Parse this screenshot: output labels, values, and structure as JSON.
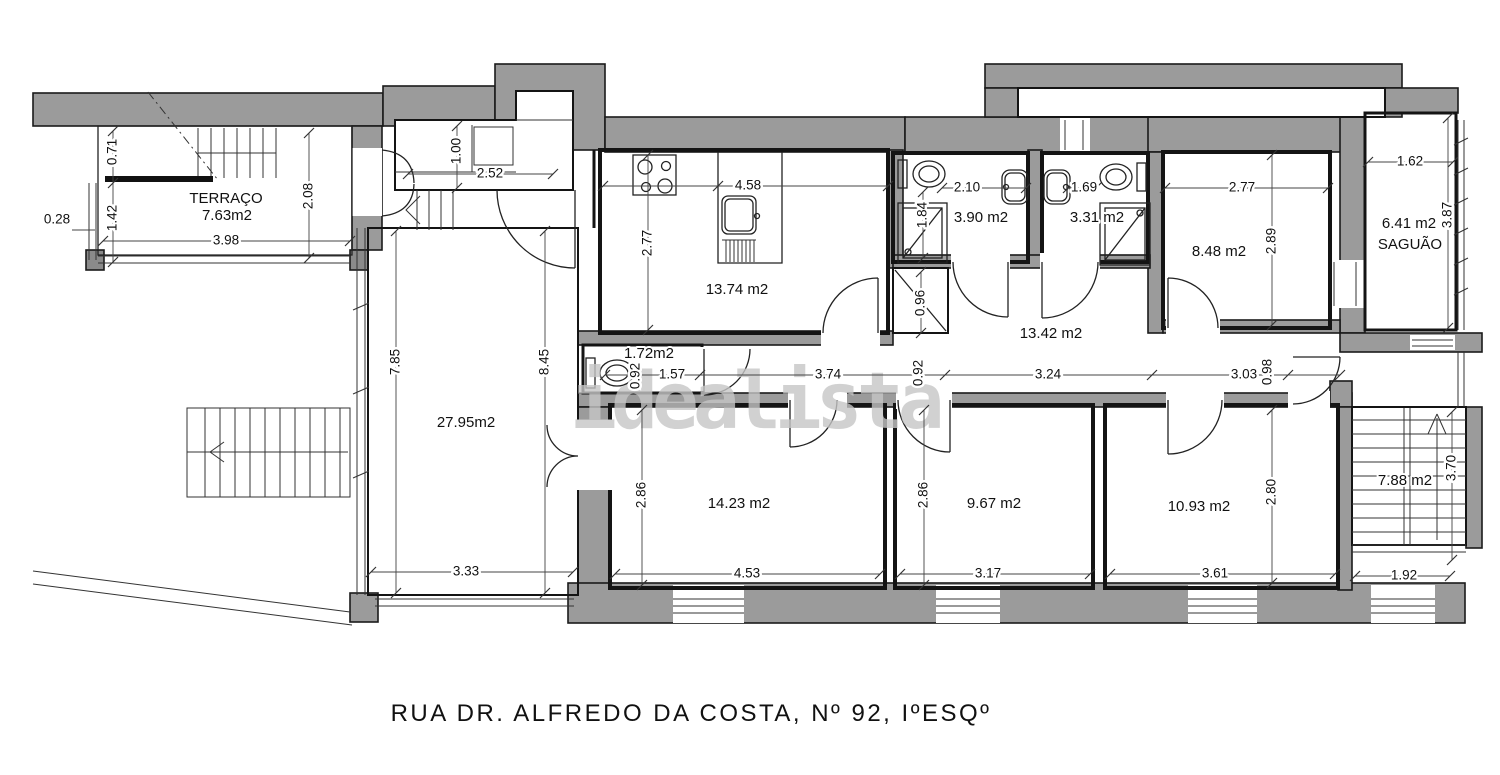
{
  "title": "RUA DR. ALFREDO DA COSTA, Nº 92, IºESQº",
  "watermark": "idealista",
  "colors": {
    "background": "#ffffff",
    "wall_fill": "#9b9b9b",
    "wall_dark": "#8a8a8a",
    "line": "#141414",
    "watermark": "#c6c6c6"
  },
  "rooms": {
    "terraco": {
      "name": "TERRAÇO",
      "area": "7.63m2"
    },
    "sala": {
      "area": "27.95m2"
    },
    "cozinha": {
      "area": "13.74 m2"
    },
    "wc_small": {
      "area": "1.72m2"
    },
    "banho1": {
      "area": "3.90 m2"
    },
    "banho2": {
      "area": "3.31 m2"
    },
    "quarto_tr": {
      "area": "8.48 m2"
    },
    "saguao": {
      "name": "SAGUÃO",
      "area": "6.41 m2"
    },
    "hall": {
      "area": "13.42 m2"
    },
    "quarto1": {
      "area": "14.23 m2"
    },
    "quarto2": {
      "area": "9.67 m2"
    },
    "quarto3": {
      "area": "10.93 m2"
    },
    "escada": {
      "area": "7.88 m2"
    }
  },
  "dims": {
    "terrace_wall": "0.28",
    "terrace_v1": "0.71",
    "terrace_v2": "1.42",
    "terrace_w": "3.98",
    "terrace_h": "2.08",
    "closet_v": "1.00",
    "closet_w": "2.52",
    "kitchen_w": "4.58",
    "kitchen_h": "2.77",
    "bath1_w": "2.10",
    "bath1_h": "1.84",
    "bath2_w": "1.69",
    "room_tr_w": "2.77",
    "room_tr_h": "2.89",
    "saguao_w": "1.62",
    "saguao_h": "3.87",
    "living_h1": "7.85",
    "living_h2": "8.45",
    "living_w": "3.33",
    "wc_w": "1.57",
    "wc_h": "0.92",
    "hall_1": "3.74",
    "hall_door1": "0.92",
    "duct": "0.96",
    "hall_2": "3.24",
    "hall_3": "3.03",
    "hall_door2": "0.98",
    "q1_h": "2.86",
    "q1_w": "4.53",
    "q2_h": "2.86",
    "q2_w": "3.17",
    "q3_h": "2.80",
    "q3_w": "3.61",
    "stair_w": "1.92",
    "stair_h": "3.70"
  }
}
